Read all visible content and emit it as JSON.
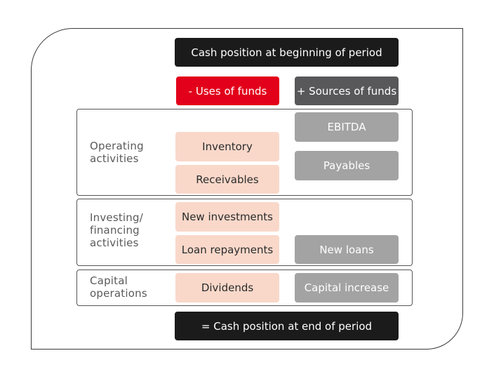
{
  "header": {
    "start_label": "Cash position at beginning of period"
  },
  "columns": {
    "uses_label": "- Uses of funds",
    "sources_label": "+ Sources of funds"
  },
  "sections": {
    "operating": {
      "label_line1": "Operating",
      "label_line2": "activities",
      "uses": [
        "Inventory",
        "Receivables"
      ],
      "sources": [
        "EBITDA",
        "Payables"
      ]
    },
    "investing": {
      "label_line1": "Investing/",
      "label_line2": "financing",
      "label_line3": "activities",
      "uses": [
        "New investments",
        "Loan repayments"
      ],
      "sources": [
        "New loans"
      ]
    },
    "capital": {
      "label_line1": "Capital",
      "label_line2": "operations",
      "uses": [
        "Dividends"
      ],
      "sources": [
        "Capital increase"
      ]
    }
  },
  "footer": {
    "end_label": "= Cash position at end of period"
  },
  "colors": {
    "black": "#1b1b1b",
    "uses_header": "#e2001a",
    "sources_header": "#58585a",
    "uses_box": "#f9d8ca",
    "sources_box": "#a3a3a3"
  }
}
